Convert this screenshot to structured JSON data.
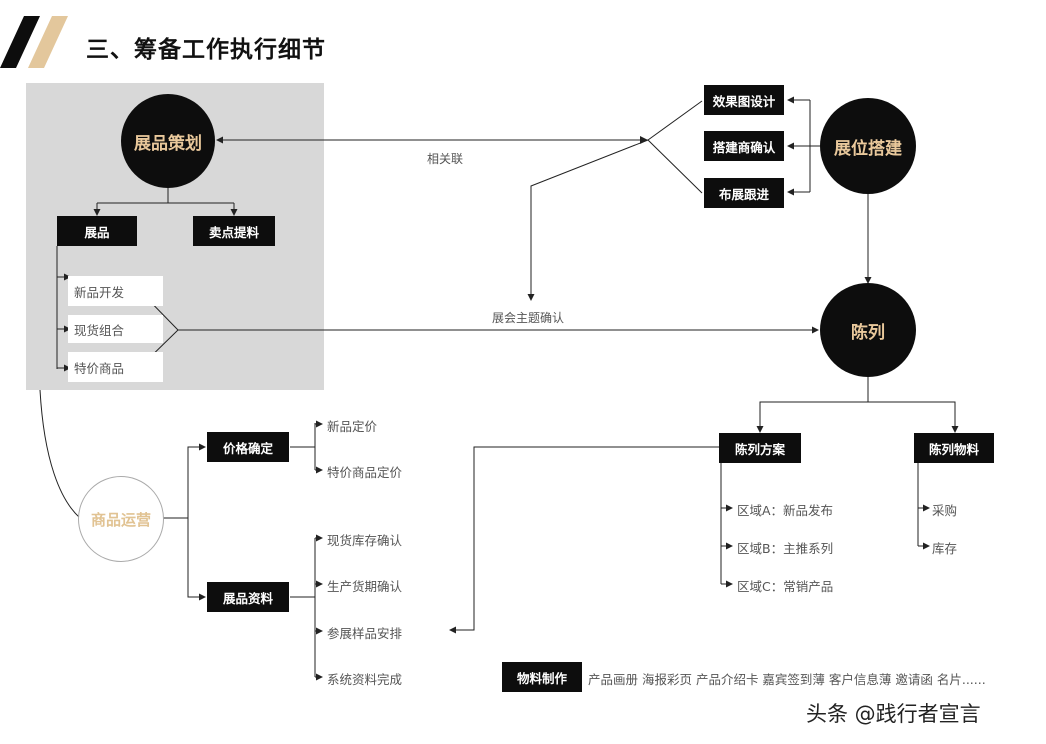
{
  "header": {
    "title": "三、筹备工作执行细节"
  },
  "circles": {
    "planning": "展品策划",
    "booth": "展位搭建",
    "display": "陈列",
    "operation": "商品运营"
  },
  "planning": {
    "exhibit_box": "展品",
    "selling_box": "卖点提料",
    "items": [
      "新品开发",
      "现货组合",
      "特价商品"
    ]
  },
  "booth": {
    "items": [
      "效果图设计",
      "搭建商确认",
      "布展跟进"
    ]
  },
  "labels": {
    "related": "相关联",
    "theme": "展会主题确认"
  },
  "operation": {
    "price_box": "价格确定",
    "price_items": [
      "新品定价",
      "特价商品定价"
    ],
    "data_box": "展品资料",
    "data_items": [
      "现货库存确认",
      "生产货期确认",
      "参展样品安排",
      "系统资料完成"
    ]
  },
  "display": {
    "plan_box": "陈列方案",
    "plan_items": [
      "区域A：新品发布",
      "区域B：主推系列",
      "区域C：常销产品"
    ],
    "material_box": "陈列物料",
    "material_items": [
      "采购",
      "库存"
    ]
  },
  "materials": {
    "box": "物料制作",
    "text": "产品画册 海报彩页 产品介绍卡 嘉宾签到薄 客户信息薄 邀请函 名片......"
  },
  "watermark": "头条 @践行者宣言"
}
